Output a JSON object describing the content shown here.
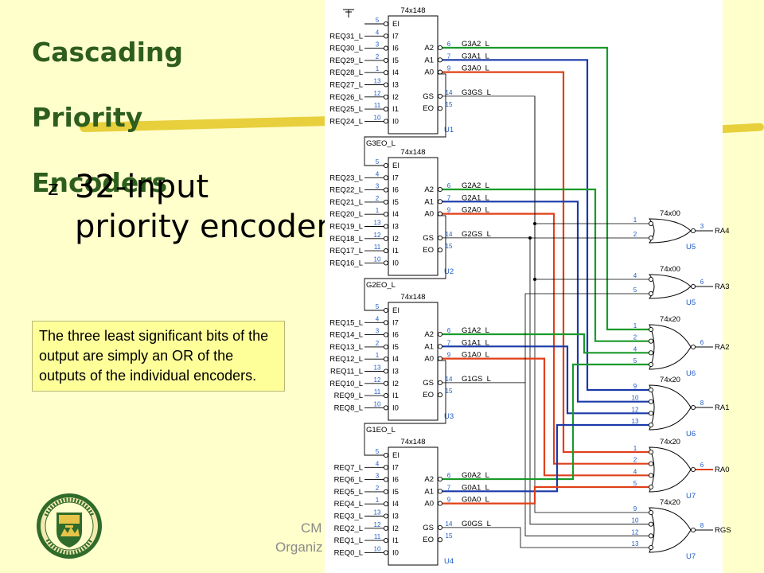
{
  "title": "Cascading Priority Encoders",
  "title_lines": [
    "Cascading",
    "Priority",
    "Encoders"
  ],
  "bullet": {
    "marker": "z",
    "text_line1": "32-input",
    "text_line2": "priority encoder"
  },
  "note": "The three least significant bits of the output are simply an OR of the outputs of the individual encoders.",
  "footer": {
    "line1": "CM",
    "line2": "Organiz"
  },
  "logo": {
    "top_text": "UNIVERSITY OF ALBERTA",
    "bottom_text": "QUAECUMQUE VERA"
  },
  "colors": {
    "background": "#ffffcc",
    "title": "#2e5e1e",
    "accent_stroke": "#e8cf3c",
    "wire_green": "#1a9a2a",
    "wire_blue": "#1a3aa8",
    "wire_red": "#e0401a",
    "pin_number": "#1f5cc8"
  },
  "schematic": {
    "encoders": [
      {
        "part": "74x148",
        "unit": "U1",
        "inputs": [
          "REQ31_L",
          "REQ30_L",
          "REQ29_L",
          "REQ28_L",
          "REQ27_L",
          "REQ26_L",
          "REQ25_L",
          "REQ24_L"
        ],
        "outputs": [
          "G3A2_L",
          "G3A1_L",
          "G3A0_L",
          "G3GS_L"
        ],
        "eo": "G3EO_L"
      },
      {
        "part": "74x148",
        "unit": "U2",
        "inputs": [
          "REQ23_L",
          "REQ22_L",
          "REQ21_L",
          "REQ20_L",
          "REQ19_L",
          "REQ18_L",
          "REQ17_L",
          "REQ16_L"
        ],
        "outputs": [
          "G2A2_L",
          "G2A1_L",
          "G2A0_L",
          "G2GS_L"
        ],
        "eo": "G2EO_L"
      },
      {
        "part": "74x148",
        "unit": "U3",
        "inputs": [
          "REQ15_L",
          "REQ14_L",
          "REQ13_L",
          "REQ12_L",
          "REQ11_L",
          "REQ10_L",
          "REQ9_L",
          "REQ8_L"
        ],
        "outputs": [
          "G1A2_L",
          "G1A1_L",
          "G1A0_L",
          "G1GS_L"
        ],
        "eo": "G1EO_L"
      },
      {
        "part": "74x148",
        "unit": "U4",
        "inputs": [
          "REQ7_L",
          "REQ6_L",
          "REQ5_L",
          "REQ4_L",
          "REQ3_L",
          "REQ2_L",
          "REQ1_L",
          "REQ0_L"
        ],
        "outputs": [
          "G0A2_L",
          "G0A1_L",
          "G0A0_L",
          "G0GS_L"
        ],
        "eo": ""
      }
    ],
    "chip_pin_labels_in": [
      "EI",
      "I7",
      "I6",
      "I5",
      "I4",
      "I3",
      "I2",
      "I1",
      "I0"
    ],
    "chip_pin_labels_out": [
      "A2",
      "A1",
      "A0",
      "GS",
      "EO"
    ],
    "chip_pin_numbers_in": [
      "5",
      "4",
      "3",
      "2",
      "1",
      "13",
      "12",
      "11",
      "10"
    ],
    "chip_pin_numbers_out": [
      "6",
      "7",
      "9",
      "14",
      "15"
    ],
    "gates": [
      {
        "part": "74x00",
        "unit": "U5",
        "pins_in": [
          "1",
          "2"
        ],
        "pin_out": "3",
        "output": "RA4"
      },
      {
        "part": "74x00",
        "unit": "U5",
        "pins_in": [
          "4",
          "5"
        ],
        "pin_out": "6",
        "output": "RA3"
      },
      {
        "part": "74x20",
        "unit": "U6",
        "pins_in": [
          "1",
          "2",
          "4",
          "5"
        ],
        "pin_out": "6",
        "output": "RA2"
      },
      {
        "part": "74x20",
        "unit": "U6",
        "pins_in": [
          "9",
          "10",
          "12",
          "13"
        ],
        "pin_out": "8",
        "output": "RA1"
      },
      {
        "part": "74x20",
        "unit": "U7",
        "pins_in": [
          "1",
          "2",
          "4",
          "5"
        ],
        "pin_out": "6",
        "output": "RA0"
      },
      {
        "part": "74x20",
        "unit": "U7",
        "pins_in": [
          "9",
          "10",
          "12",
          "13"
        ],
        "pin_out": "8",
        "output": "RGS"
      }
    ]
  }
}
